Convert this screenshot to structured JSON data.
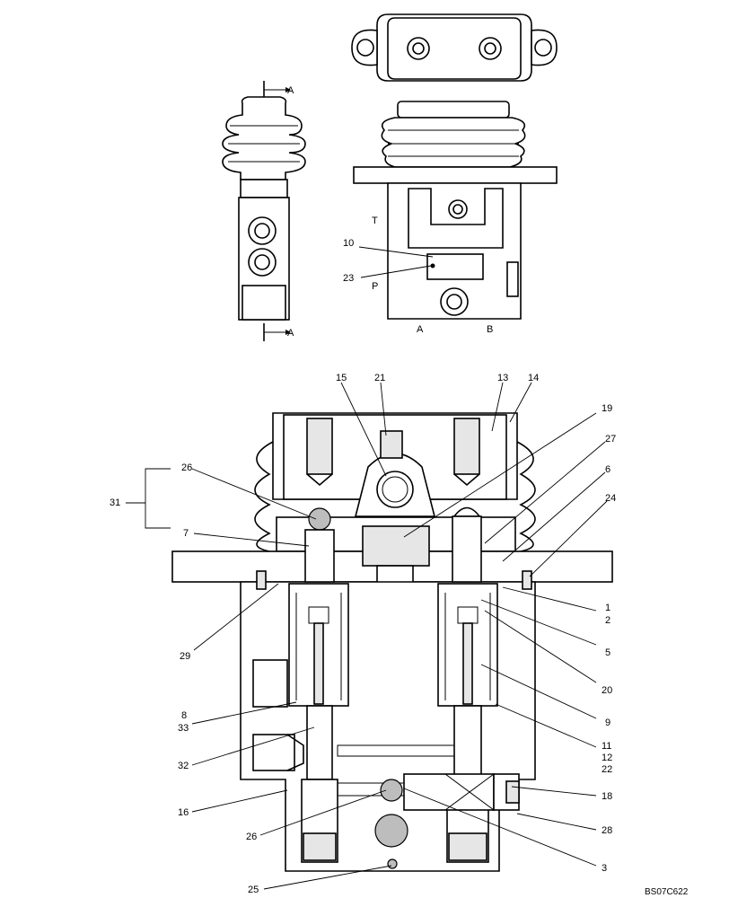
{
  "section_marks": {
    "top": "A",
    "bottom": "A"
  },
  "port_labels": {
    "t": "T",
    "p": "P",
    "a": "A",
    "b": "B"
  },
  "figure_code": "BS07C622",
  "callouts": [
    {
      "id": "c10",
      "text": "10"
    },
    {
      "id": "c23",
      "text": "23"
    },
    {
      "id": "c15",
      "text": "15"
    },
    {
      "id": "c21",
      "text": "21"
    },
    {
      "id": "c13",
      "text": "13"
    },
    {
      "id": "c14",
      "text": "14"
    },
    {
      "id": "c19",
      "text": "19"
    },
    {
      "id": "c27",
      "text": "27"
    },
    {
      "id": "c6",
      "text": "6"
    },
    {
      "id": "c24",
      "text": "24"
    },
    {
      "id": "c26a",
      "text": "26"
    },
    {
      "id": "c31",
      "text": "31"
    },
    {
      "id": "c7",
      "text": "7"
    },
    {
      "id": "c1",
      "text": "1"
    },
    {
      "id": "c2",
      "text": "2"
    },
    {
      "id": "c5",
      "text": "5"
    },
    {
      "id": "c29",
      "text": "29"
    },
    {
      "id": "c20",
      "text": "20"
    },
    {
      "id": "c9",
      "text": "9"
    },
    {
      "id": "c8",
      "text": "8"
    },
    {
      "id": "c33",
      "text": "33"
    },
    {
      "id": "c11",
      "text": "11"
    },
    {
      "id": "c12",
      "text": "12"
    },
    {
      "id": "c22",
      "text": "22"
    },
    {
      "id": "c32",
      "text": "32"
    },
    {
      "id": "c16",
      "text": "16"
    },
    {
      "id": "c18",
      "text": "18"
    },
    {
      "id": "c26b",
      "text": "26"
    },
    {
      "id": "c28",
      "text": "28"
    },
    {
      "id": "c3",
      "text": "3"
    },
    {
      "id": "c25",
      "text": "25"
    }
  ]
}
